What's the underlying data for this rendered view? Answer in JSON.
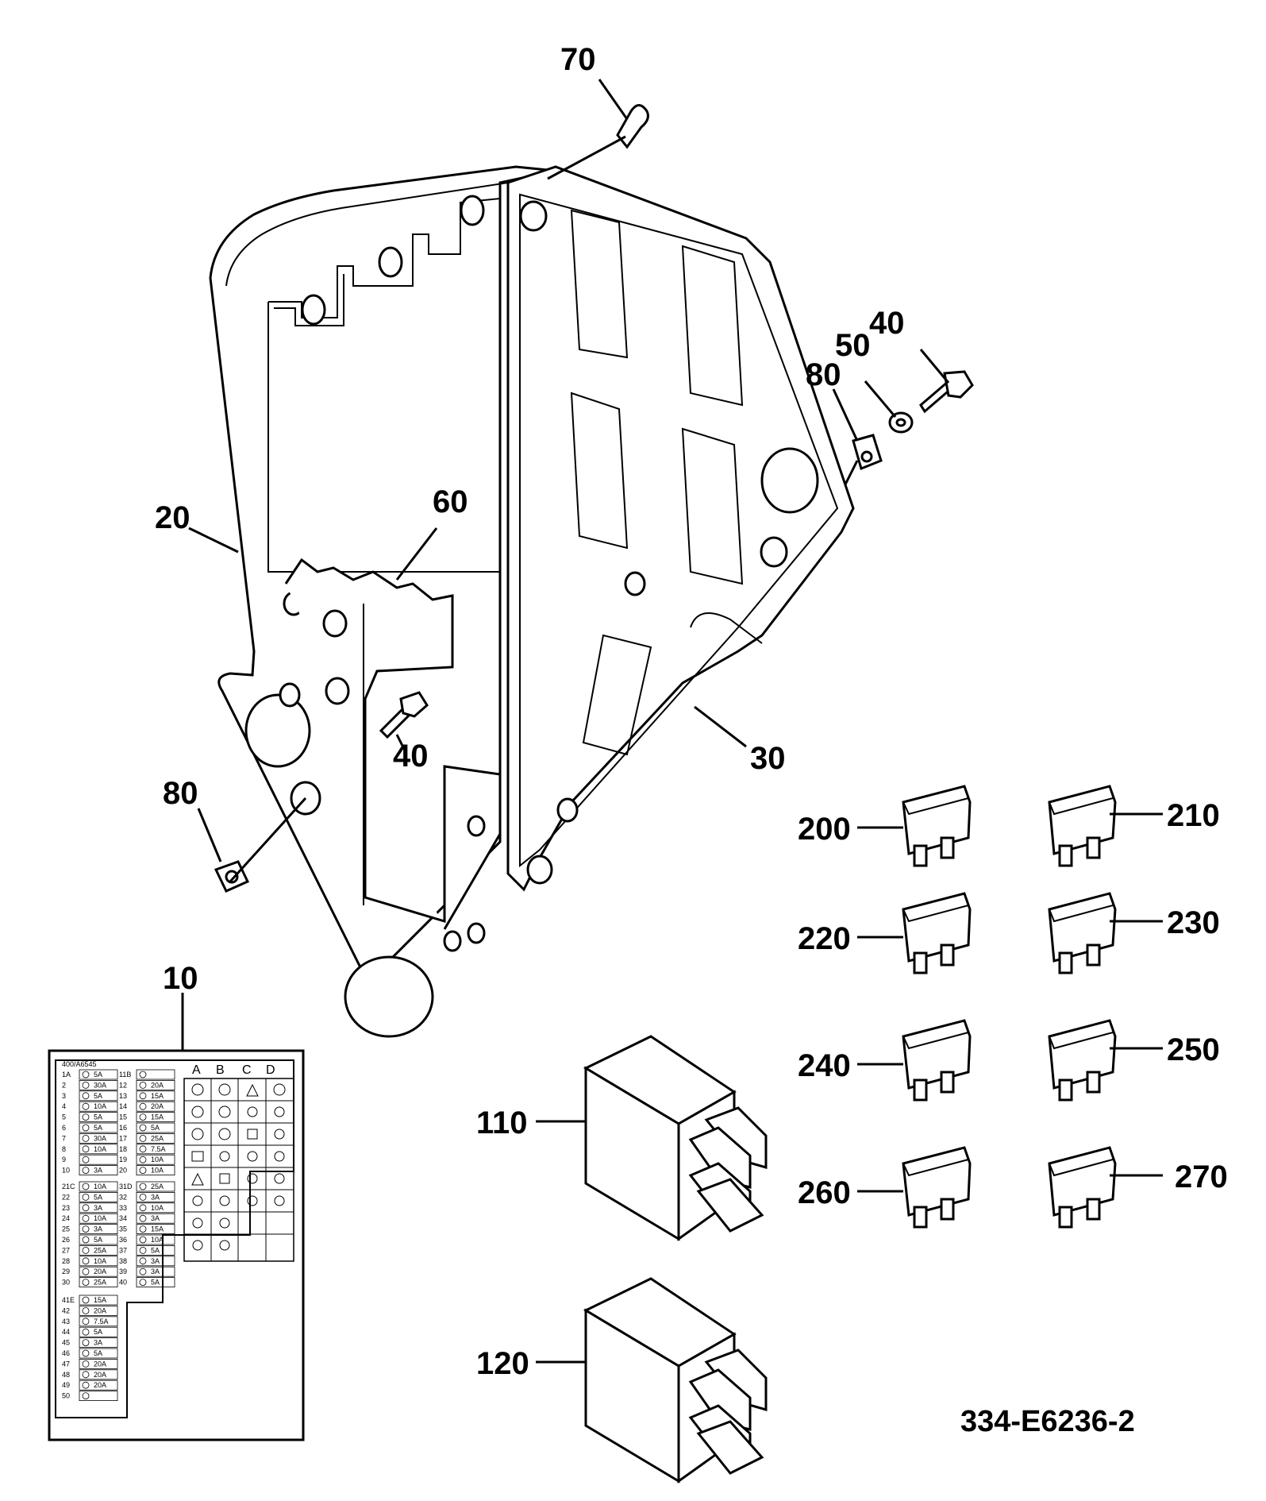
{
  "drawing_number": "334-E6236-2",
  "callouts": {
    "c10": "10",
    "c20": "20",
    "c30": "30",
    "c40a": "40",
    "c40b": "40",
    "c50": "50",
    "c60": "60",
    "c70": "70",
    "c80a": "80",
    "c80b": "80",
    "c110": "110",
    "c120": "120",
    "c200": "200",
    "c210": "210",
    "c220": "220",
    "c230": "230",
    "c240": "240",
    "c250": "250",
    "c260": "260",
    "c270": "270"
  },
  "label_card": {
    "header": "400/A6545",
    "columns": [
      "A",
      "B",
      "C",
      "D"
    ],
    "col1": [
      {
        "no": "1A",
        "amp": "5A"
      },
      {
        "no": "2",
        "amp": "30A"
      },
      {
        "no": "3",
        "amp": "5A"
      },
      {
        "no": "4",
        "amp": "10A"
      },
      {
        "no": "5",
        "amp": "5A"
      },
      {
        "no": "6",
        "amp": "5A"
      },
      {
        "no": "7",
        "amp": "30A"
      },
      {
        "no": "8",
        "amp": "10A"
      },
      {
        "no": "9",
        "amp": ""
      },
      {
        "no": "10",
        "amp": "3A"
      }
    ],
    "col2": [
      {
        "no": "11B",
        "amp": ""
      },
      {
        "no": "12",
        "amp": "20A"
      },
      {
        "no": "13",
        "amp": "15A"
      },
      {
        "no": "14",
        "amp": "20A"
      },
      {
        "no": "15",
        "amp": "15A"
      },
      {
        "no": "16",
        "amp": "5A"
      },
      {
        "no": "17",
        "amp": "25A"
      },
      {
        "no": "18",
        "amp": "7.5A"
      },
      {
        "no": "19",
        "amp": "10A"
      },
      {
        "no": "20",
        "amp": "10A"
      }
    ],
    "col3": [
      {
        "no": "21C",
        "amp": "10A"
      },
      {
        "no": "22",
        "amp": "5A"
      },
      {
        "no": "23",
        "amp": "3A"
      },
      {
        "no": "24",
        "amp": "10A"
      },
      {
        "no": "25",
        "amp": "3A"
      },
      {
        "no": "26",
        "amp": "5A"
      },
      {
        "no": "27",
        "amp": "25A"
      },
      {
        "no": "28",
        "amp": "10A"
      },
      {
        "no": "29",
        "amp": "20A"
      },
      {
        "no": "30",
        "amp": "25A"
      }
    ],
    "col4": [
      {
        "no": "31D",
        "amp": "25A"
      },
      {
        "no": "32",
        "amp": "3A"
      },
      {
        "no": "33",
        "amp": "10A"
      },
      {
        "no": "34",
        "amp": "3A"
      },
      {
        "no": "35",
        "amp": "15A"
      },
      {
        "no": "36",
        "amp": "10A"
      },
      {
        "no": "37",
        "amp": "5A"
      },
      {
        "no": "38",
        "amp": "3A"
      },
      {
        "no": "39",
        "amp": "3A"
      },
      {
        "no": "40",
        "amp": "5A"
      }
    ],
    "col5": [
      {
        "no": "41E",
        "amp": "15A"
      },
      {
        "no": "42",
        "amp": "20A"
      },
      {
        "no": "43",
        "amp": "7.5A"
      },
      {
        "no": "44",
        "amp": "5A"
      },
      {
        "no": "45",
        "amp": "3A"
      },
      {
        "no": "46",
        "amp": "5A"
      },
      {
        "no": "47",
        "amp": "20A"
      },
      {
        "no": "48",
        "amp": "20A"
      },
      {
        "no": "49",
        "amp": "20A"
      },
      {
        "no": "50",
        "amp": ""
      }
    ]
  }
}
